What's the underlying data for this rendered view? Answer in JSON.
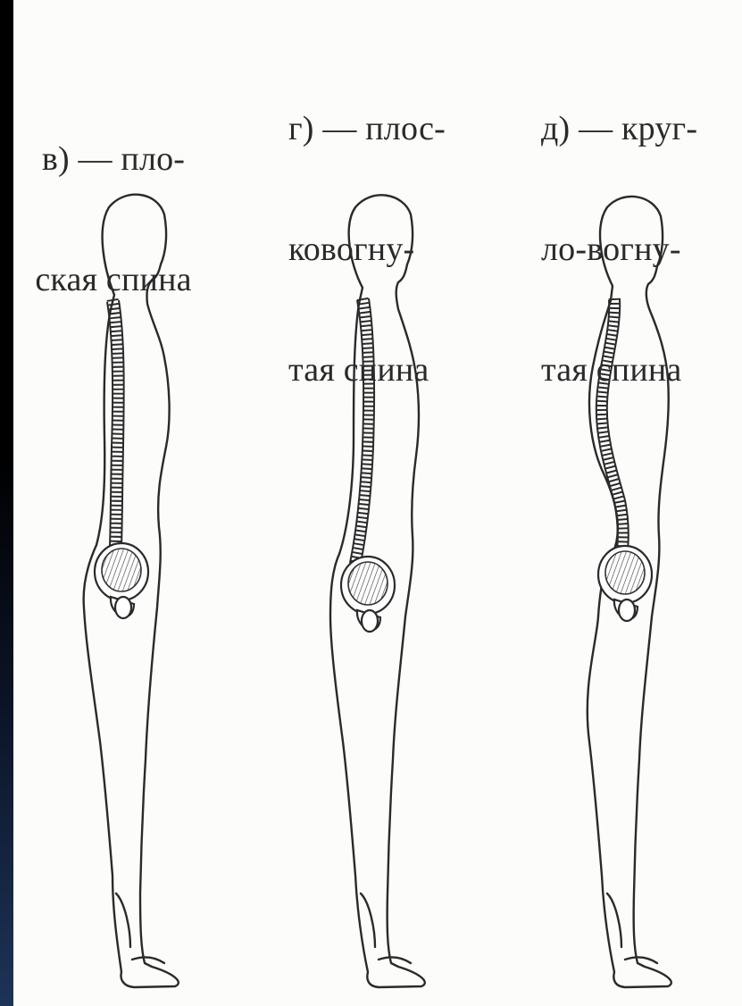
{
  "figures": [
    {
      "id": "v",
      "caption_lines": [
        "в) — пло-",
        "ская спина"
      ],
      "posture": "flat back"
    },
    {
      "id": "g",
      "caption_lines": [
        "г) — плос-",
        "ковогну-",
        "тая спина"
      ],
      "posture": "flat-concave back"
    },
    {
      "id": "d",
      "caption_lines": [
        "д) — круг-",
        "ло-вогну-",
        "тая спина"
      ],
      "posture": "round-concave back"
    }
  ],
  "colors": {
    "paper": "#fcfcfb",
    "ink": "#2a2a2a",
    "frame_dark": "#000000",
    "frame_blue": "#1d3357"
  }
}
